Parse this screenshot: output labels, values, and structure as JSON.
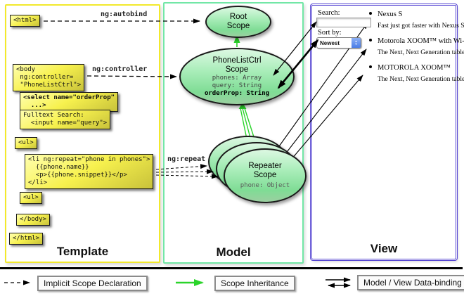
{
  "template": {
    "title": "Template",
    "boxes": {
      "html_open": "<html>",
      "body_open": "<body\n ng:controller=\n \"PhoneListCtrl\">",
      "select": "<select name=\"orderProp\"\n  ...>",
      "fulltext": "Fulltext Search:\n  <input name=\"query\">",
      "ul_open": "<ul>",
      "li_repeat": "<li ng:repeat=\"phone in phones\">\n  {{phone.name}}\n  <p>{{phone.snippet}}</p>\n</li>",
      "ul_close": "<ul>",
      "body_close": "</body>",
      "html_close": "</html>"
    }
  },
  "model": {
    "title": "Model",
    "root_scope": {
      "title": "Root\nScope"
    },
    "phonelist_scope": {
      "title": "PhoneListCtrl\nScope",
      "prop_phones": "phones: Array",
      "prop_query": "query: String",
      "prop_orderprop": "orderProp: String"
    },
    "repeater_scope": {
      "title": "Repeater\nScope",
      "prop_phone": "phone: Object"
    }
  },
  "view": {
    "title": "View",
    "search_label": "Search:",
    "sort_label": "Sort by:",
    "sort_value": "Newest",
    "products": [
      {
        "name": "Nexus S",
        "desc": "Fast just got faster with Nexus S."
      },
      {
        "name": "Motorola XOOM™ with Wi-Fi",
        "desc": "The Next, Next Generation tablet."
      },
      {
        "name": "MOTOROLA XOOM™",
        "desc": "The Next, Next Generation tablet."
      }
    ]
  },
  "arrow_labels": {
    "autobind": "ng:autobind",
    "controller": "ng:controller",
    "repeat": "ng:repeat"
  },
  "legend": {
    "implicit": "Implicit Scope Declaration",
    "inheritance": "Scope Inheritance",
    "databinding": "Model / View Data-binding"
  },
  "colors": {
    "template_border": "#f2e92c",
    "model_border": "#72e7a6",
    "view_border": "#5646d2",
    "green_arrow": "#2bd42b",
    "box_yellow": "#f7f14e",
    "scope_green": "#8fe3a4"
  }
}
